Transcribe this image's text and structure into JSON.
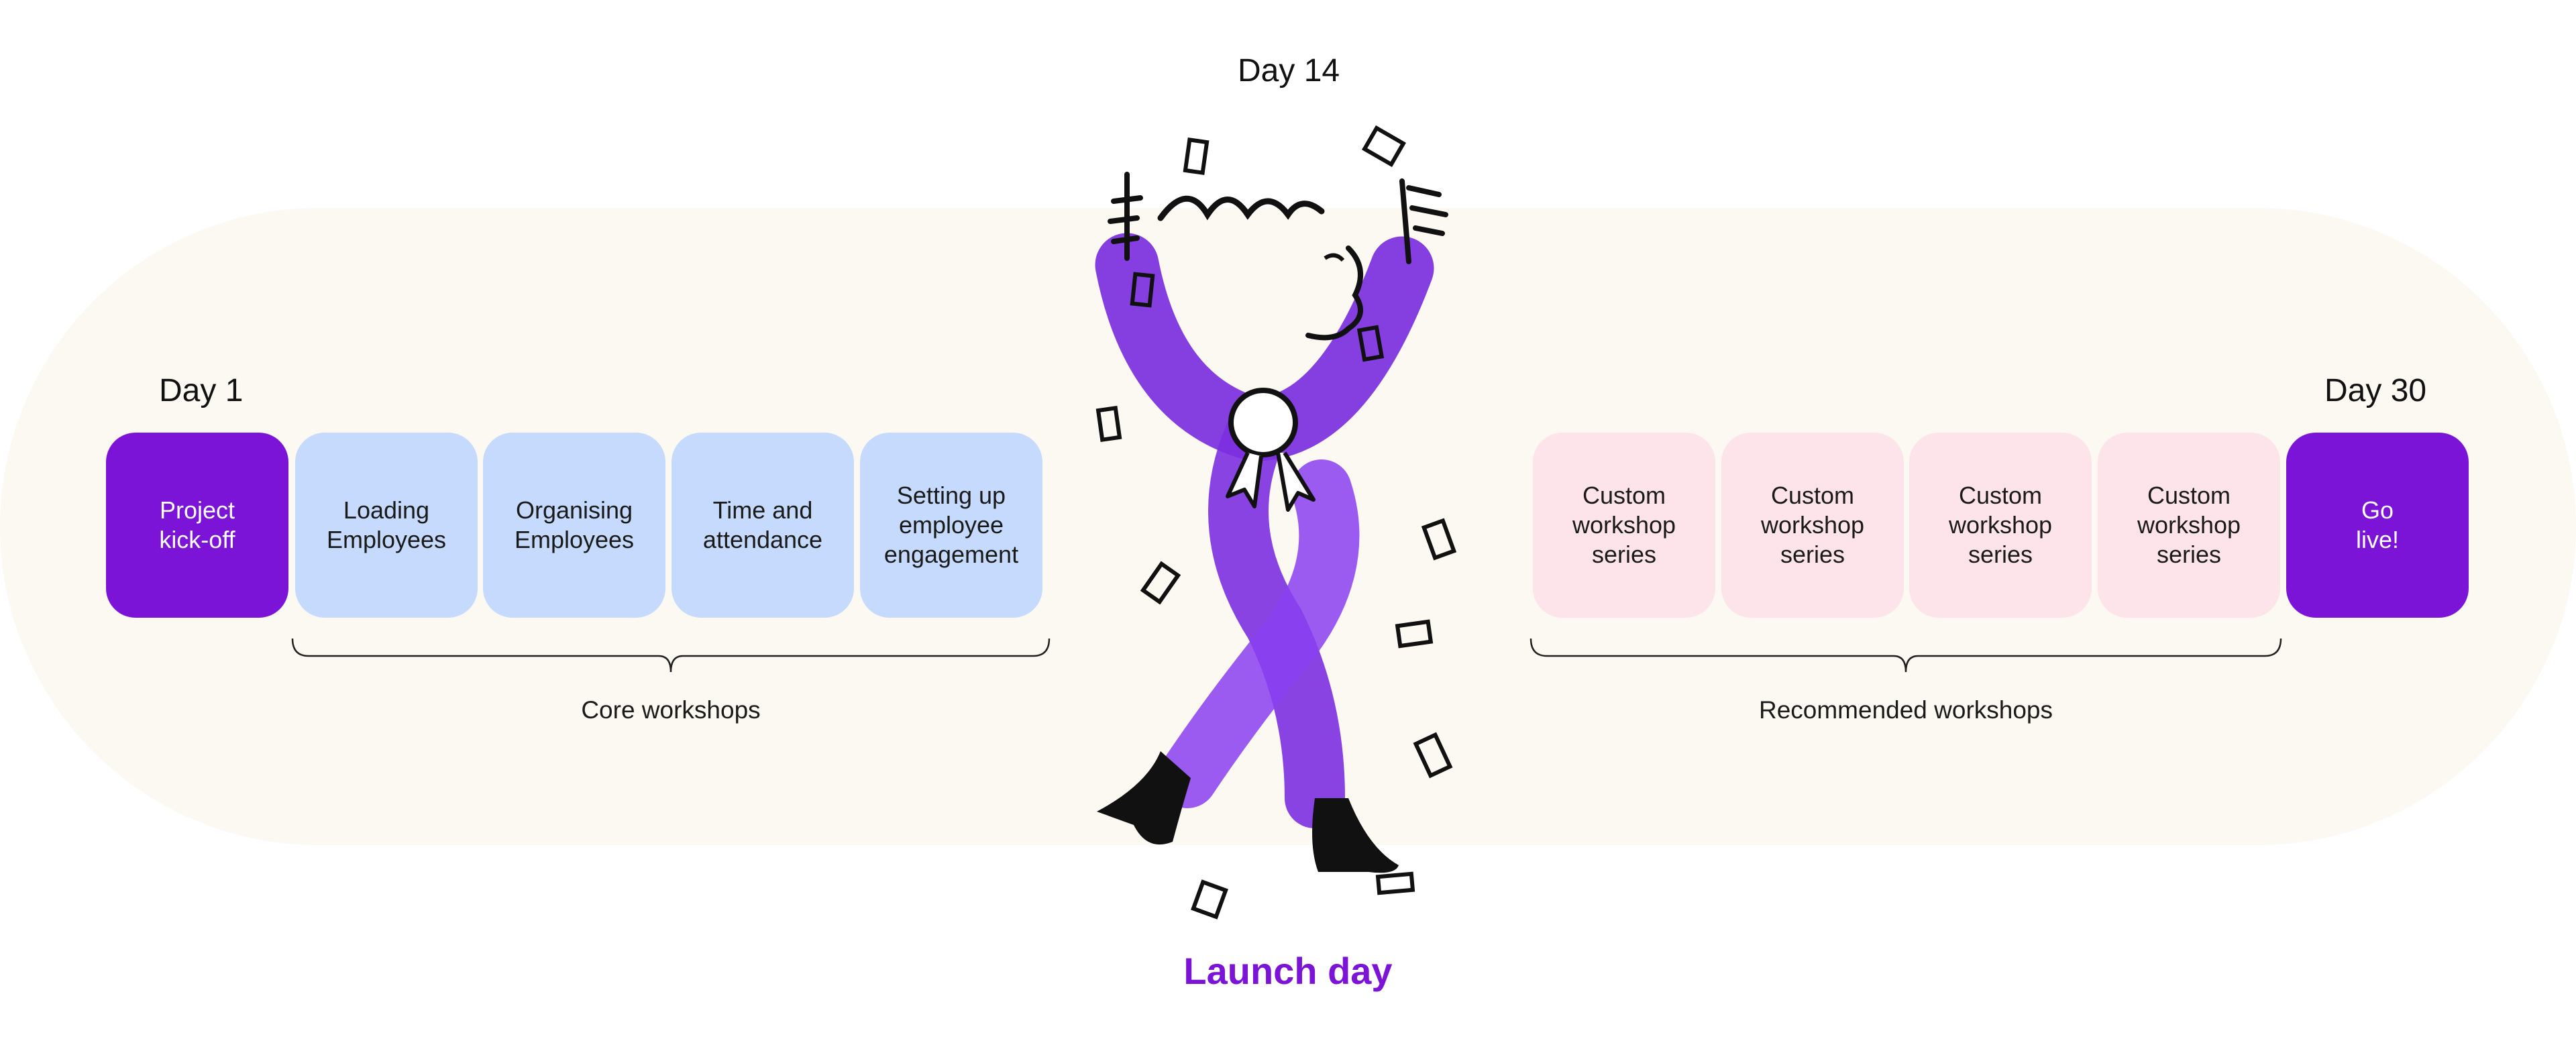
{
  "milestones": {
    "day1": "Day 1",
    "day14": "Day 14",
    "day30": "Day 30",
    "launch": "Launch day"
  },
  "start_tile": {
    "label": "Project\nkick-off"
  },
  "core_workshops": {
    "label": "Core workshops",
    "items": [
      {
        "label": "Loading\nEmployees"
      },
      {
        "label": "Organising\nEmployees"
      },
      {
        "label": "Time and\nattendance"
      },
      {
        "label": "Setting up\nemployee\nengagement"
      }
    ]
  },
  "recommended_workshops": {
    "label": "Recommended workshops",
    "items": [
      {
        "label": "Custom\nworkshop\nseries"
      },
      {
        "label": "Custom\nworkshop\nseries"
      },
      {
        "label": "Custom\nworkshop\nseries"
      },
      {
        "label": "Custom\nworkshop\nseries"
      }
    ]
  },
  "end_tile": {
    "label": "Go\nlive!"
  },
  "colors": {
    "accent_purple": "#7b14d6",
    "core_blue": "#c5dafc",
    "recommended_pink": "#fde4ea",
    "band": "#fcf8f2"
  }
}
